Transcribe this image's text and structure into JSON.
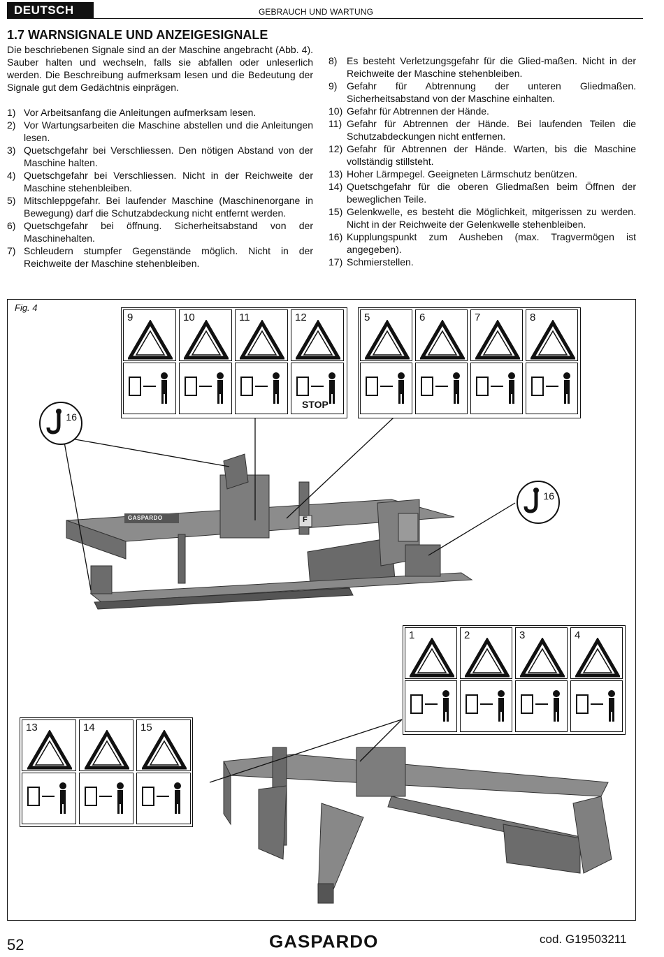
{
  "header": {
    "language_tab": "DEUTSCH",
    "title": "GEBRAUCH UND WARTUNG"
  },
  "section": {
    "title": "1.7 WARNSIGNALE UND ANZEIGESIGNALE",
    "intro": "Die beschriebenen Signale sind an der Maschine angebracht (Abb. 4). Sauber halten und wechseln, falls sie abfallen oder unleserlich werden. Die Beschreibung aufmerksam lesen und die Bedeutung der Signale gut dem Gedächtnis einprägen."
  },
  "signals_left": [
    {
      "num": "1)",
      "text": "Vor Arbeitsanfang die Anleitungen aufmerksam lesen."
    },
    {
      "num": "2)",
      "text": "Vor Wartungsarbeiten die Maschine abstellen und die Anleitungen lesen."
    },
    {
      "num": "3)",
      "text": "Quetschgefahr bei Verschliessen. Den nötigen Abstand von der Maschine halten."
    },
    {
      "num": "4)",
      "text": "Quetschgefahr bei Verschliessen. Nicht in der Reichweite der Maschine stehenbleiben."
    },
    {
      "num": "5)",
      "text": "Mitschleppgefahr. Bei laufender Maschine (Maschinenorgane in Bewegung) darf die Schutzabdeckung nicht entfernt werden."
    },
    {
      "num": "6)",
      "text": "Quetschgefahr bei öffnung. Sicherheitsabstand von der Maschinehalten."
    },
    {
      "num": "7)",
      "text": "Schleudern stumpfer Gegenstände möglich. Nicht in der Reichweite der Maschine stehenbleiben."
    }
  ],
  "signals_right": [
    {
      "num": "8)",
      "text": "Es besteht Verletzungsgefahr für die Glied-maßen. Nicht in der Reichweite der Maschine stehenbleiben."
    },
    {
      "num": "9)",
      "text": "Gefahr für Abtrennung der unteren Gliedmaßen. Sicherheitsabstand von der Maschine einhalten."
    },
    {
      "num": "10)",
      "text": "Gefahr für Abtrennen der Hände."
    },
    {
      "num": "11)",
      "text": "Gefahr für Abtrennen der Hände. Bei laufenden Teilen die Schutzabdeckungen nicht entfernen."
    },
    {
      "num": "12)",
      "text": "Gefahr für Abtrennen der Hände.  Warten, bis die Maschine vollständig stillsteht."
    },
    {
      "num": "13)",
      "text": "Hoher Lärmpegel. Geeigneten Lärmschutz benützen."
    },
    {
      "num": "14)",
      "text": "Quetschgefahr für die oberen Gliedmaßen beim Öffnen der beweglichen Teile."
    },
    {
      "num": "15)",
      "text": "Gelenkwelle, es besteht die Möglichkeit, mitgerissen zu werden. Nicht in der Reichweite der Gelenkwelle stehenbleiben."
    },
    {
      "num": "16)",
      "text": "Kupplungspunkt zum Ausheben (max. Tragvermögen ist angegeben)."
    },
    {
      "num": "17)",
      "text": "Schmierstellen."
    }
  ],
  "figure": {
    "label": "Fig. 4",
    "decal_a": [
      "9",
      "10",
      "11",
      "12"
    ],
    "decal_b": [
      "5",
      "6",
      "7",
      "8"
    ],
    "decal_c": [
      "1",
      "2",
      "3",
      "4"
    ],
    "decal_d": [
      "13",
      "14",
      "15"
    ],
    "stop_text": "STOP",
    "hook_num": "16",
    "brand_on_machine": "GASPARDO",
    "machine_plate_f": "F"
  },
  "footer": {
    "page": "52",
    "brand": "GASPARDO",
    "code": "cod.  G19503211"
  }
}
